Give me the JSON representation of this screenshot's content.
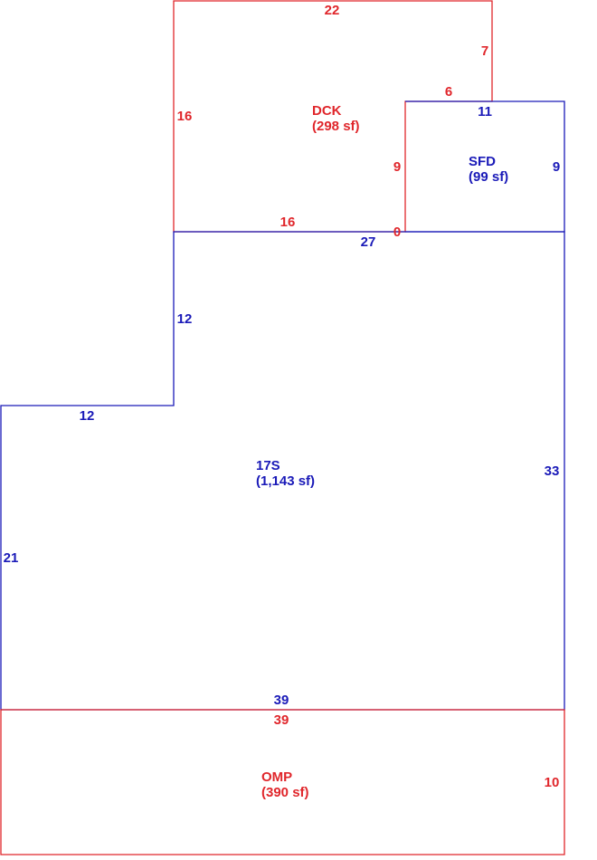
{
  "areas": {
    "dck": {
      "code": "DCK",
      "area": "(298 sf)"
    },
    "sfd": {
      "code": "SFD",
      "area": "(99 sf)"
    },
    "main": {
      "code": "17S",
      "area": "(1,143 sf)"
    },
    "omp": {
      "code": "OMP",
      "area": "(390 sf)"
    }
  },
  "dimensions": {
    "dck_top": "22",
    "dck_right_upper": "7",
    "dck_step": "6",
    "dck_left": "16",
    "dck_inner": "9",
    "dck_bottom": "16",
    "zero": "0",
    "sfd_top": "11",
    "sfd_right": "9",
    "main_top": "27",
    "main_left_upper": "12",
    "main_step": "12",
    "main_right": "33",
    "main_left_lower": "21",
    "main_bottom": "39",
    "omp_top": "39",
    "omp_right": "10"
  },
  "colors": {
    "red": "#e0262b",
    "blue": "#1a1ab8"
  }
}
